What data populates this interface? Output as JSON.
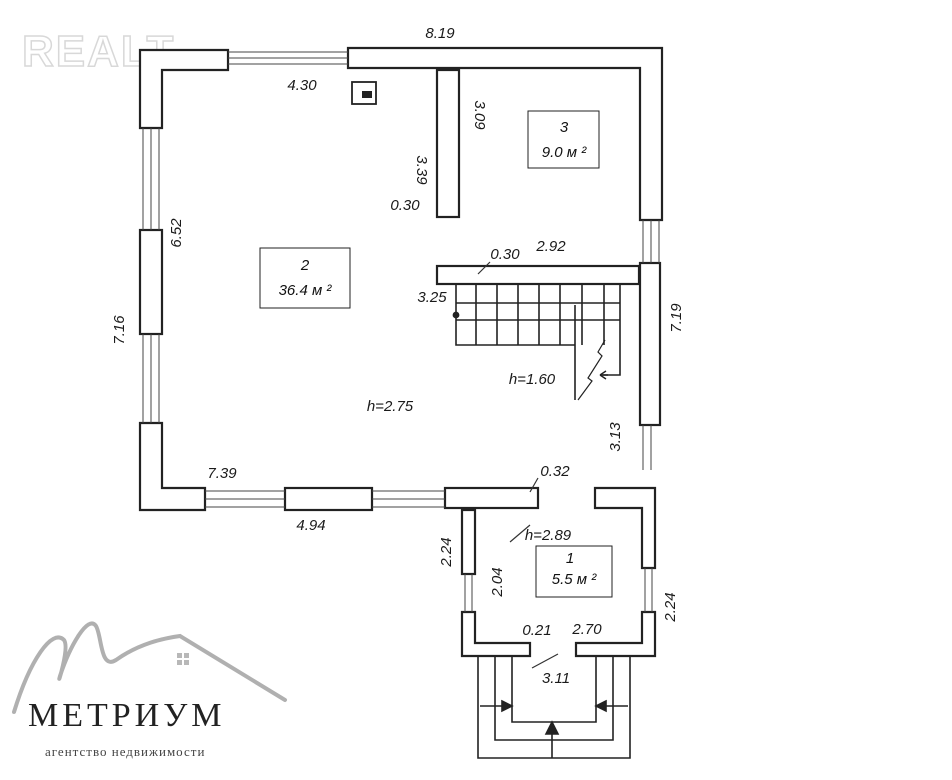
{
  "watermark": "REALT",
  "dimensions": {
    "top_total": "8.19",
    "top_left_wall": "4.30",
    "partition_length": "3.39",
    "partition_height": "3.09",
    "partition_thickness": "0.30",
    "left_upper": "6.52",
    "left_total": "7.16",
    "stair_thickness": "0.30",
    "stair_width": "2.92",
    "stair_left": "3.25",
    "right_total": "7.19",
    "right_lower": "3.13",
    "bottom_left": "7.39",
    "bottom_window": "4.94",
    "bottom_right_small": "0.32",
    "vestibule_left_outer": "2.24",
    "vestibule_left_inner": "2.04",
    "vestibule_right": "2.24",
    "vestibule_door_thick": "0.21",
    "vestibule_door_width": "2.70",
    "porch_width": "3.11"
  },
  "rooms": [
    {
      "number": "2",
      "area": "36.4 м ²"
    },
    {
      "number": "3",
      "area": "9.0 м ²"
    },
    {
      "number": "1",
      "area": "5.5  м ²"
    }
  ],
  "heights": {
    "main": "h=2.75",
    "stair": "h=1.60",
    "vestibule": "h=2.89"
  },
  "logo": {
    "name": "МЕТРИУМ",
    "tagline": "агентство недвижимости"
  }
}
